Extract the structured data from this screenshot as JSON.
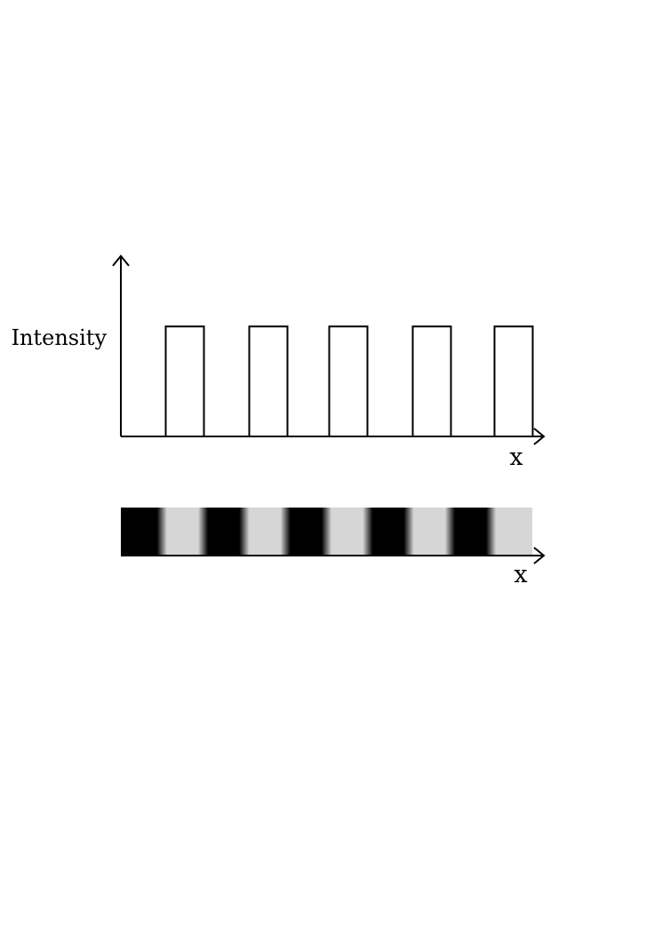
{
  "chart_data": {
    "type": "bar",
    "ylabel": "Intensity",
    "xlabel": "x",
    "bars": 5,
    "values": [
      1,
      1,
      1,
      1,
      1
    ],
    "ylim": [
      0,
      1.6
    ]
  },
  "strip": {
    "xlabel": "x",
    "pattern": [
      "dark",
      "light",
      "dark",
      "light",
      "dark",
      "light",
      "dark",
      "light",
      "dark",
      "light"
    ]
  },
  "colors": {
    "axis": "#000000",
    "bar_fill": "#ffffff",
    "bar_stroke": "#000000",
    "dark_band": "#000000",
    "light_band": "#d6d6d6"
  }
}
